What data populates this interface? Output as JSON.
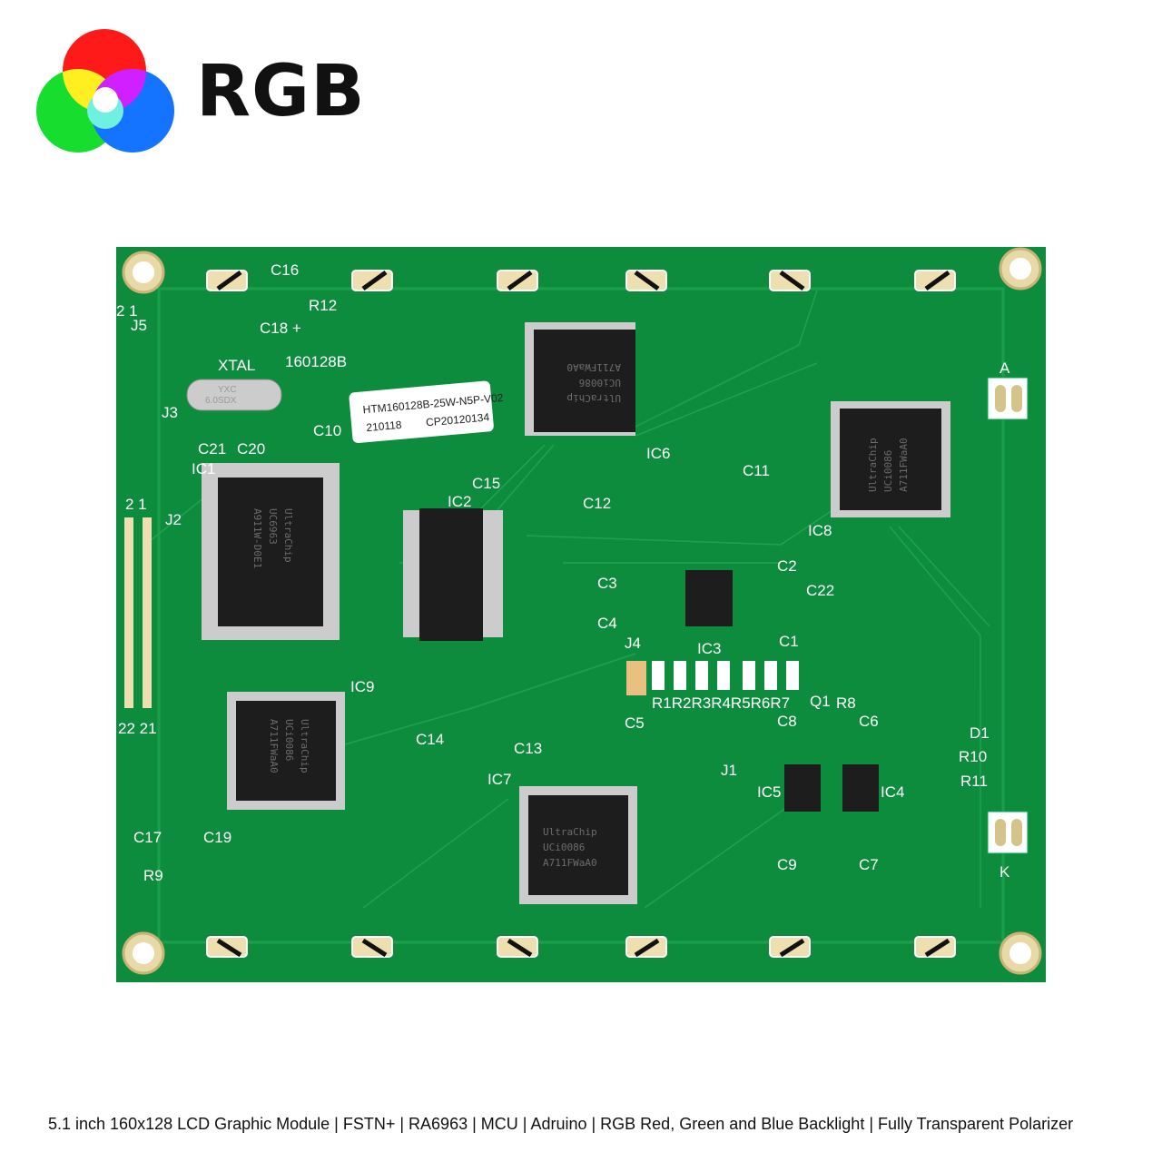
{
  "brand": {
    "label": "RGB",
    "colors": {
      "red": "#ff1010",
      "green": "#10e030",
      "blue": "#1070ff"
    }
  },
  "board": {
    "color": "#0e8c3e",
    "model_silk": "160128B",
    "sticker": {
      "line1": "HTM160128B-25W-N5P-V02",
      "line2a": "210118",
      "line2b": "CP20120134"
    },
    "crystal": {
      "label": "XTAL",
      "marking1": "YXC",
      "marking2": "6.0SDX"
    },
    "chips": {
      "uc0086": [
        "UltraChip",
        "UCi0086",
        "A711FWaA0"
      ],
      "uc6963": [
        "UltraChip",
        "UC6963",
        "A911W-D0E1"
      ]
    },
    "silk_labels": {
      "c16": "C16",
      "r12": "R12",
      "c18": "C18 +",
      "j5": "J5",
      "j5_pins": "2   1",
      "j3": "J3",
      "c21": "C21",
      "c20": "C20",
      "c10": "C10",
      "ic1": "IC1",
      "c15": "C15",
      "ic2": "IC2",
      "c12": "C12",
      "ic6": "IC6",
      "c11": "C11",
      "ic8": "IC8",
      "a": "A",
      "k": "K",
      "j2": "J2",
      "header_top": "2   1",
      "header_bottom": "22 21",
      "c3": "C3",
      "c4": "C4",
      "c2": "C2",
      "c22": "C22",
      "c1": "C1",
      "j4": "J4",
      "ic3": "IC3",
      "resistors": "R1R2R3R4R5R6R7",
      "q1": "Q1",
      "r8": "R8",
      "c5": "C5",
      "ic9": "IC9",
      "c14": "C14",
      "c13": "C13",
      "ic7": "IC7",
      "c8": "C8",
      "c6": "C6",
      "j1": "J1",
      "ic5": "IC5",
      "ic4": "IC4",
      "c9": "C9",
      "c7": "C7",
      "d1": "D1",
      "r10": "R10",
      "r11": "R11",
      "c17": "C17",
      "c19": "C19",
      "r9": "R9"
    }
  },
  "caption": "5.1 inch 160x128 LCD Graphic Module | FSTN+ | RA6963 | MCU | Adruino | RGB Red, Green and Blue Backlight | Fully Transparent Polarizer"
}
